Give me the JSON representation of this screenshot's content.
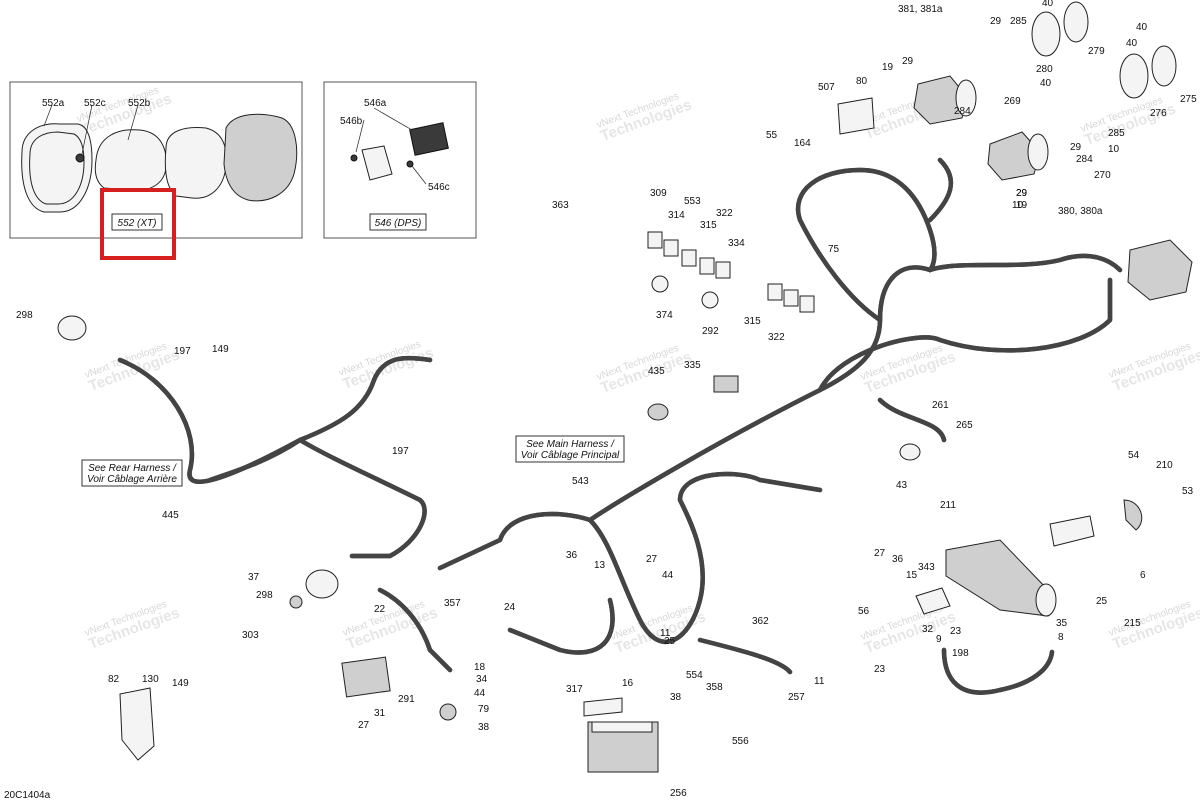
{
  "figure_code": "20C1404a",
  "highlight_color": "#d62020",
  "watermark": {
    "line1": "vNext Technologies",
    "line2": "Technologies"
  },
  "insets": {
    "xt": {
      "caption": "552 (XT)",
      "labels": [
        "552a",
        "552c",
        "552b"
      ]
    },
    "dps": {
      "caption": "546 (DPS)",
      "labels": [
        "546a",
        "546b",
        "546c"
      ]
    }
  },
  "notes": {
    "rear_harness": [
      "See Rear Harness /",
      "Voir Câblage Arrière"
    ],
    "main_harness": [
      "See Main Harness /",
      "Voir Câblage Principal"
    ]
  },
  "callouts": [
    "381, 381a",
    "29",
    "285",
    "40",
    "279",
    "19",
    "29",
    "280",
    "40",
    "275",
    "40",
    "507",
    "80",
    "269",
    "284",
    "276",
    "55",
    "164",
    "40",
    "285",
    "284",
    "29",
    "10",
    "29",
    "10",
    "19",
    "29",
    "380, 380a",
    "270",
    "363",
    "309",
    "314",
    "553",
    "322",
    "315",
    "334",
    "75",
    "374",
    "292",
    "315",
    "322",
    "298",
    "197",
    "149",
    "335",
    "435",
    "261",
    "265",
    "43",
    "197",
    "445",
    "543",
    "54",
    "210",
    "53",
    "211",
    "37",
    "298",
    "303",
    "22",
    "357",
    "36",
    "13",
    "27",
    "44",
    "27",
    "36",
    "15",
    "343",
    "56",
    "23",
    "25",
    "32",
    "9",
    "35",
    "8",
    "215",
    "6",
    "24",
    "11",
    "25",
    "362",
    "23",
    "198",
    "82",
    "130",
    "149",
    "18",
    "34",
    "44",
    "79",
    "38",
    "291",
    "31",
    "27",
    "16",
    "317",
    "38",
    "554",
    "358",
    "257",
    "11",
    "556",
    "256"
  ]
}
